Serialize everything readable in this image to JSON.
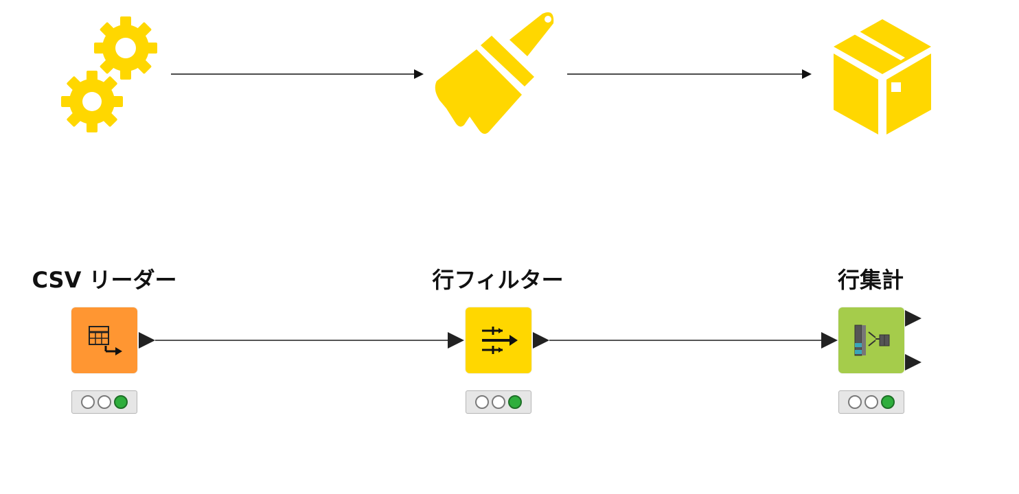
{
  "concept_row": {
    "icons": [
      "gears-icon",
      "paintbrush-icon",
      "box-icon"
    ],
    "color": "#ffd700"
  },
  "workflow": {
    "nodes": [
      {
        "id": "csv-reader",
        "label": "CSV リーダー",
        "color": "#ff9632",
        "status": [
          "idle",
          "idle",
          "executed"
        ]
      },
      {
        "id": "row-filter",
        "label": "行フィルター",
        "color": "#ffd700",
        "status": [
          "idle",
          "idle",
          "executed"
        ]
      },
      {
        "id": "row-aggregator",
        "label": "行集計",
        "color": "#a5cc4b",
        "status": [
          "idle",
          "idle",
          "executed"
        ]
      }
    ],
    "connection_color": "#555555",
    "status_executed_color": "#2fae3d"
  }
}
